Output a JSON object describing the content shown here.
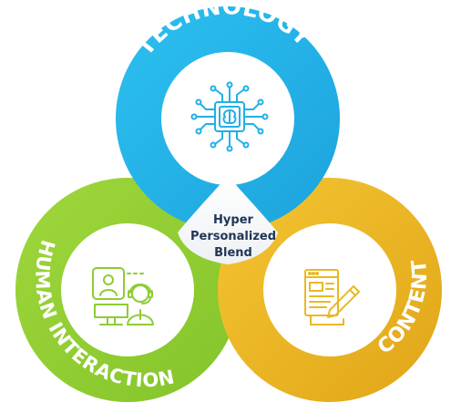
{
  "diagram": {
    "rings": [
      {
        "id": "technology",
        "label": "TECHNOLOGY",
        "color": "#22b0e6",
        "icon": "brain-chip-icon"
      },
      {
        "id": "human",
        "label": "HUMAN INTERACTION",
        "color": "#8fcc33",
        "icon": "video-call-support-icon"
      },
      {
        "id": "content",
        "label": "CONTENT",
        "color": "#eab824",
        "icon": "document-pencil-icon"
      }
    ],
    "center": {
      "line1": "Hyper",
      "line2": "Personalized",
      "line3": "Blend",
      "color": "#1f3556"
    }
  }
}
